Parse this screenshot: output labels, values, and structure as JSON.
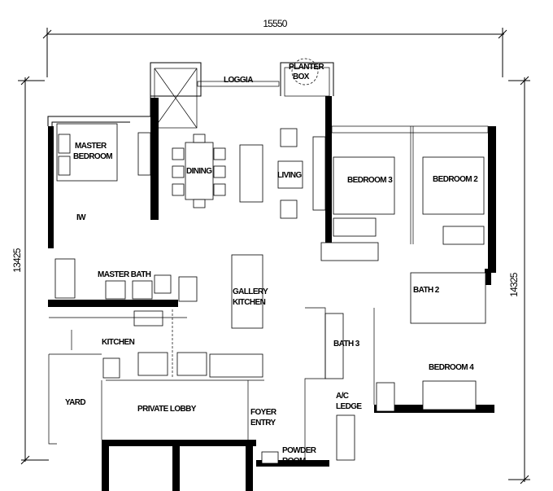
{
  "dimensions": {
    "width": "15550",
    "left_height": "13425",
    "right_height": "14325"
  },
  "rooms": {
    "loggia": "LOGGIA",
    "planter_box": [
      "PLANTER",
      "BOX"
    ],
    "master_bedroom": [
      "MASTER",
      "BEDROOM"
    ],
    "dining": "DINING",
    "living": "LIVING",
    "bedroom3": "BEDROOM 3",
    "bedroom2": "BEDROOM 2",
    "master_bath": "MASTER BATH",
    "gallery_kitchen": [
      "GALLERY",
      "KITCHEN"
    ],
    "bath2": "BATH 2",
    "kitchen": "KITCHEN",
    "bath3": "BATH 3",
    "bedroom4": "BEDROOM 4",
    "yard": "YARD",
    "private_lobby": "PRIVATE LOBBY",
    "foyer_entry": [
      "FOYER",
      "ENTRY"
    ],
    "ac_ledge": [
      "A/C",
      "LEDGE"
    ],
    "powder_room": [
      "POWDER",
      "ROOM"
    ],
    "walk_in": "IW"
  }
}
